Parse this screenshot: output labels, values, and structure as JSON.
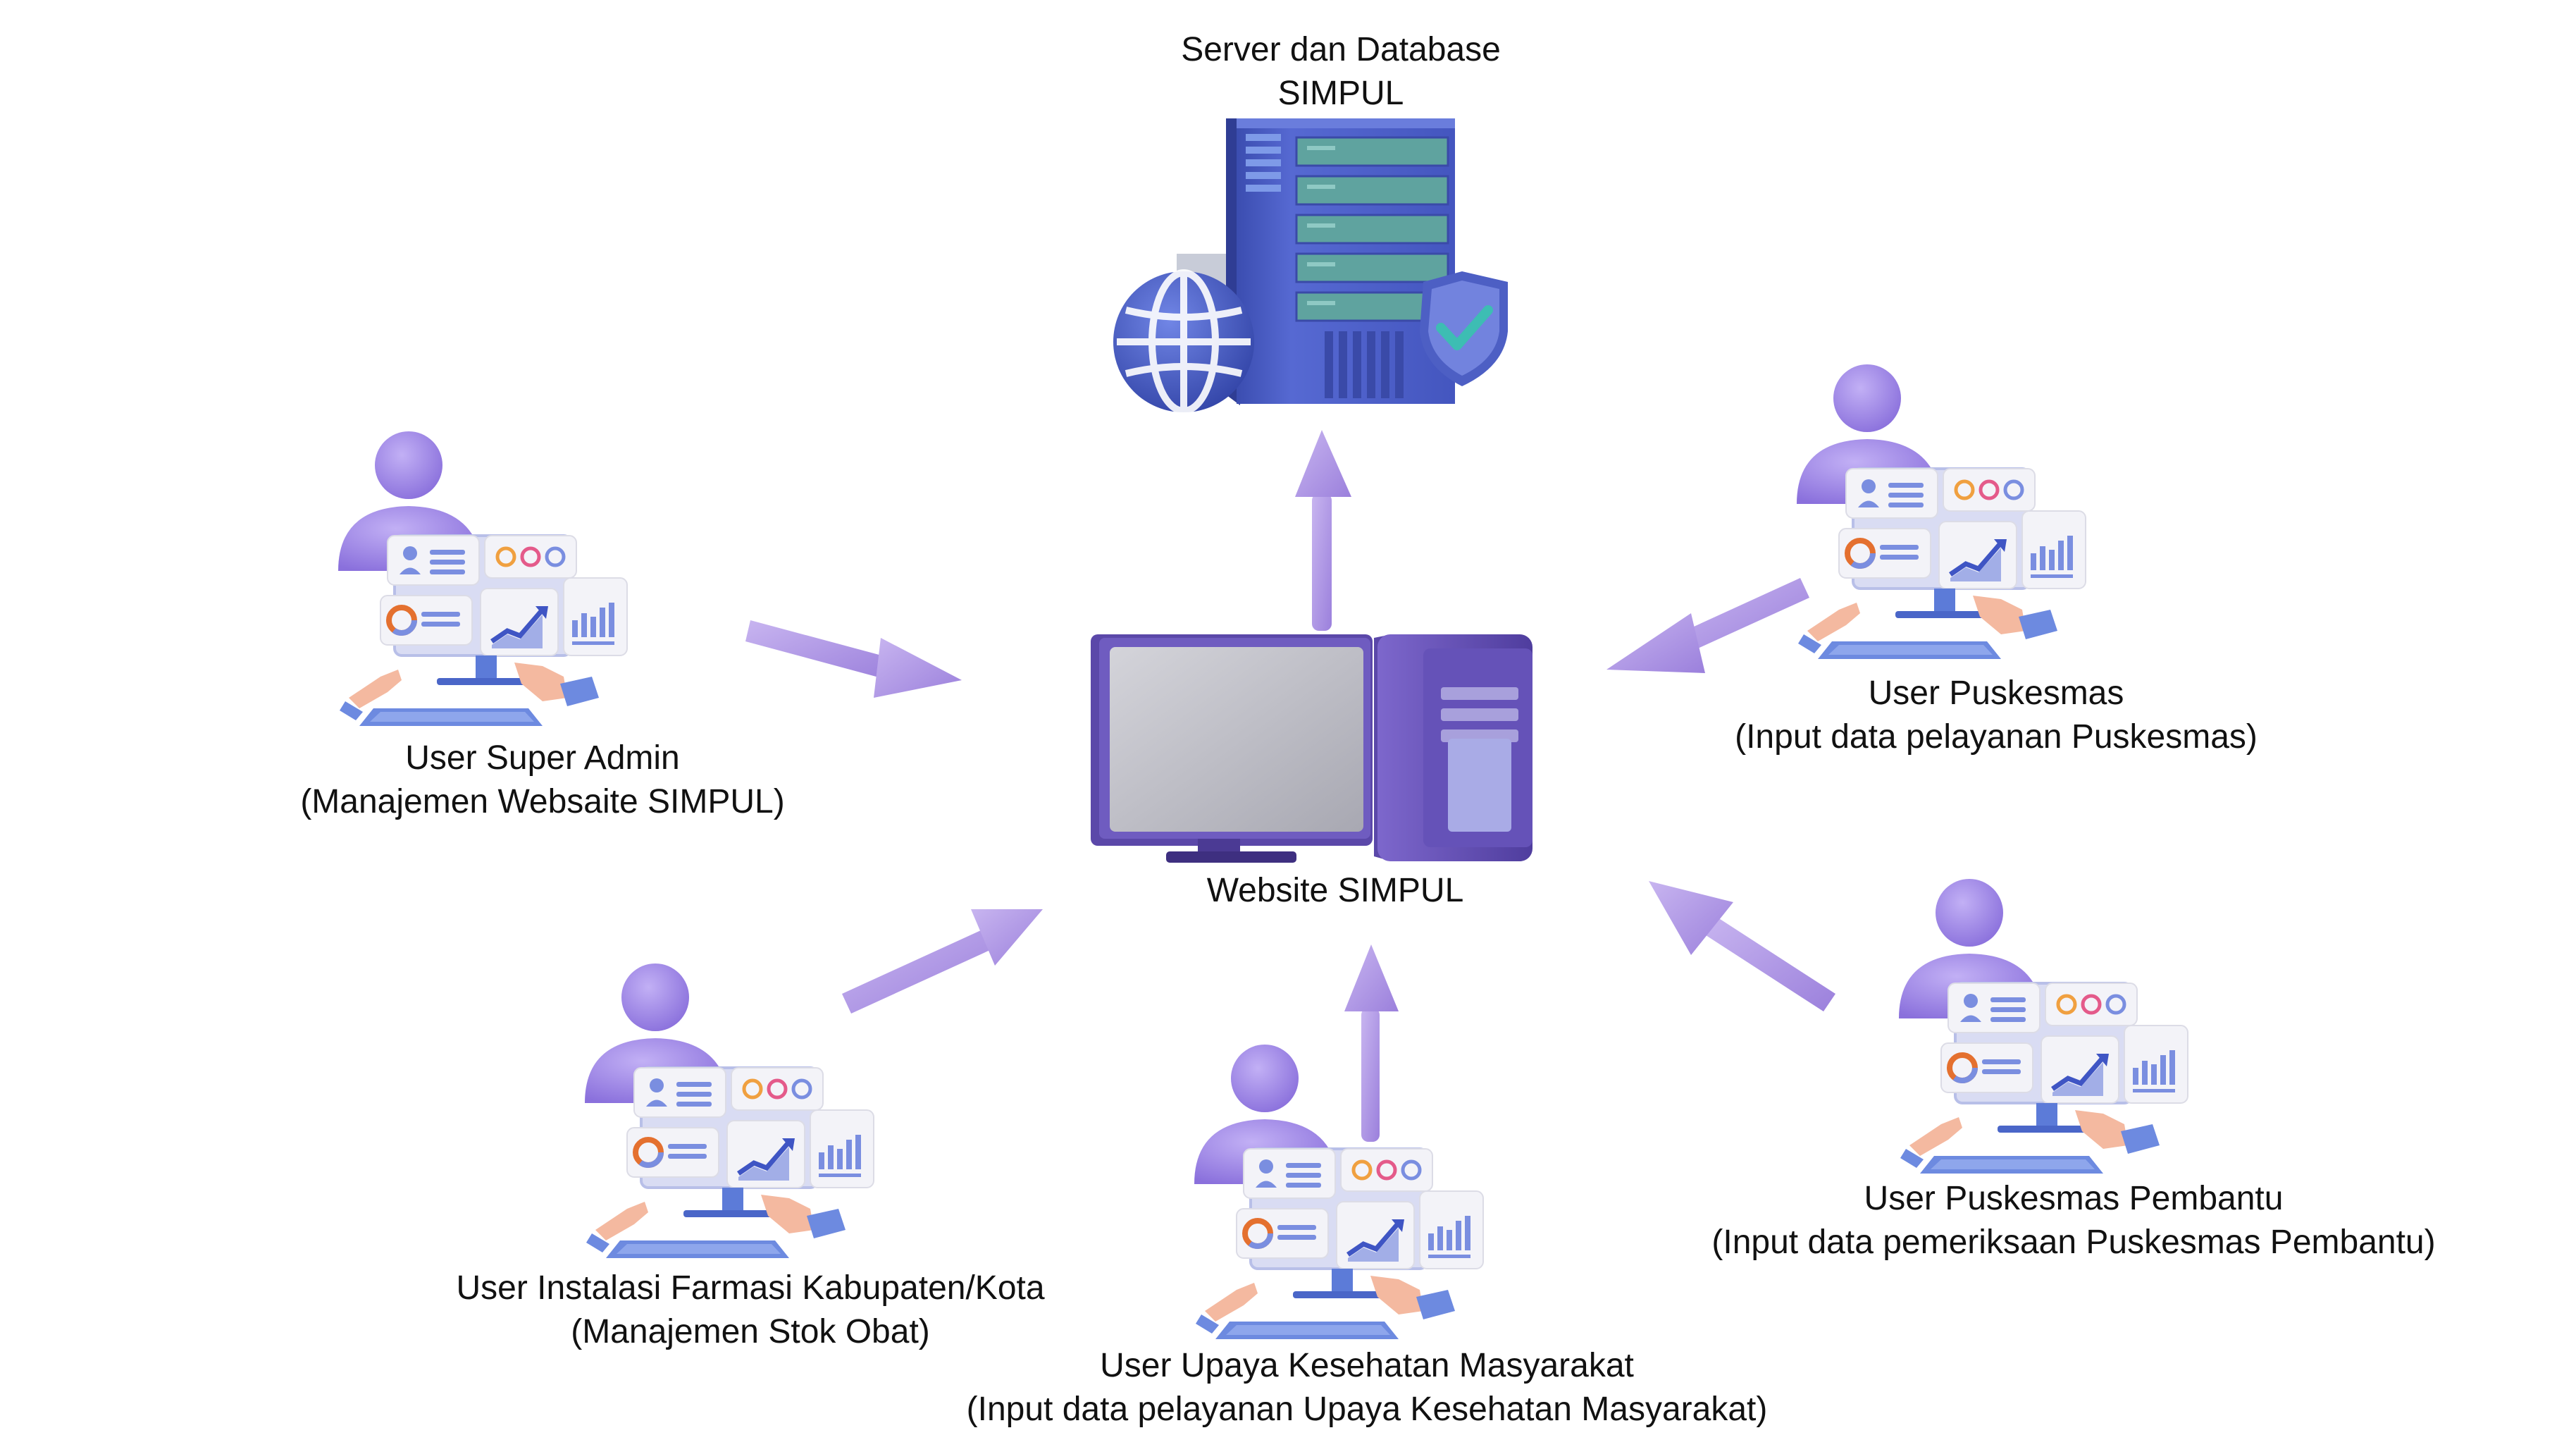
{
  "diagram": {
    "server": {
      "line1": "Server dan Database",
      "line2": "SIMPUL"
    },
    "website": {
      "label": "Website SIMPUL"
    },
    "users": {
      "super_admin": {
        "title": "User Super Admin",
        "subtitle": "(Manajemen Websaite SIMPUL)"
      },
      "puskesmas": {
        "title": "User Puskesmas",
        "subtitle": "(Input data pelayanan Puskesmas)"
      },
      "instalasi_farmasi": {
        "title": "User Instalasi Farmasi Kabupaten/Kota",
        "subtitle": "(Manajemen Stok Obat)"
      },
      "ukm": {
        "title": "User Upaya Kesehatan Masyarakat",
        "subtitle": "(Input data pelayanan Upaya Kesehatan Masyarakat)"
      },
      "puskesmas_pembantu": {
        "title": "User Puskesmas Pembantu",
        "subtitle": "(Input data pemeriksaan  Puskesmas Pembantu)"
      }
    },
    "colors": {
      "arrow": "#b59ce6",
      "arrow_dark": "#8f72d4",
      "server_body": "#4f63c9",
      "server_dark": "#3a4aa8",
      "server_panel": "#66a8a6",
      "globe": "#4a5ec8",
      "shield": "#6f7fd9",
      "check": "#3dbdb3",
      "monitor_frame": "#5a47a8",
      "monitor_screen": "#bdbdc4",
      "tower": "#6b55bd",
      "user_body": "#9d86e8",
      "panel": "#f2f2f7",
      "icon_blue": "#7a8ee0",
      "keyboard": "#5c7bd8"
    }
  }
}
